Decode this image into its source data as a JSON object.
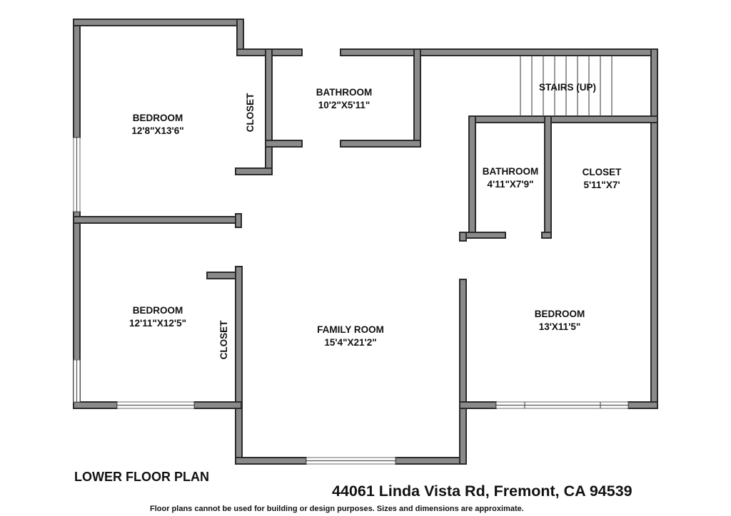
{
  "plan_title": "LOWER FLOOR PLAN",
  "address": "44061 Linda Vista Rd, Fremont, CA 94539",
  "disclaimer": "Floor plans cannot be used for building or design purposes. Sizes and dimensions are approximate.",
  "colors": {
    "wall_fill": "#8a8a8a",
    "wall_stroke": "#2b2b2b",
    "text": "#111111",
    "background": "#ffffff"
  },
  "rooms": {
    "bedroom_nw": {
      "name": "BEDROOM",
      "size": "12'8\"X13'6\""
    },
    "closet_nw": {
      "name": "CLOSET"
    },
    "bathroom_top": {
      "name": "BATHROOM",
      "size": "10'2\"X5'11\""
    },
    "stairs": {
      "name": "STAIRS (UP)"
    },
    "bathroom_small": {
      "name": "BATHROOM",
      "size": "4'11\"X7'9\""
    },
    "closet_ne": {
      "name": "CLOSET",
      "size": "5'11\"X7'"
    },
    "bedroom_sw": {
      "name": "BEDROOM",
      "size": "12'11\"X12'5\""
    },
    "closet_sw": {
      "name": "CLOSET"
    },
    "family_room": {
      "name": "FAMILY ROOM",
      "size": "15'4\"X21'2\""
    },
    "bedroom_se": {
      "name": "BEDROOM",
      "size": "13'X11'5\""
    }
  }
}
